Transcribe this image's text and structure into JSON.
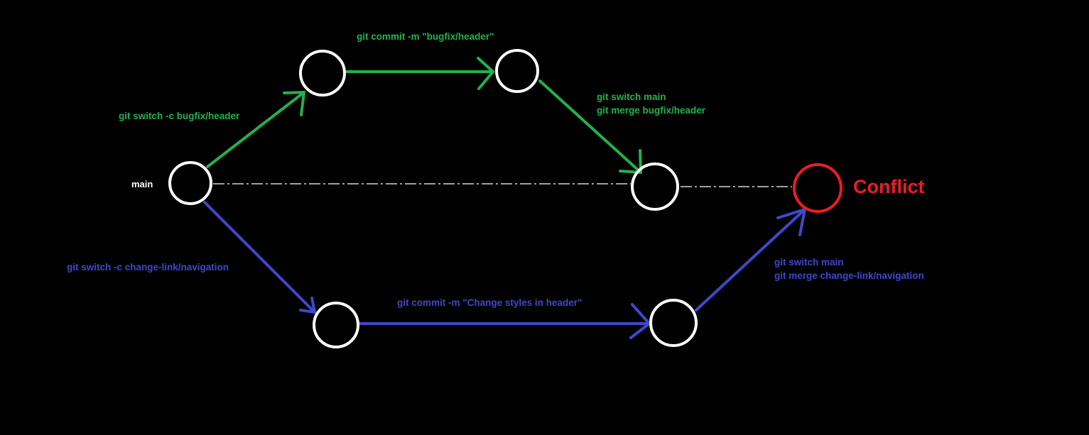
{
  "colors": {
    "background": "#000000",
    "node": "#ffffff",
    "bugfix_branch": "#22b14c",
    "navigation_branch": "#3f48cc",
    "conflict": "#ed1c24"
  },
  "labels": {
    "main": "main",
    "switch_bugfix": "git switch -c bugfix/header",
    "commit_bugfix": "git commit -m \"bugfix/header\"",
    "merge_bugfix_line1": "git switch main",
    "merge_bugfix_line2": "git merge bugfix/header",
    "switch_navigation": "git switch -c change-link/navigation",
    "commit_navigation": "git commit -m \"Change styles in header\"",
    "merge_navigation_line1": "git switch main",
    "merge_navigation_line2": "git merge change-link/navigation",
    "conflict": "Conflict"
  }
}
